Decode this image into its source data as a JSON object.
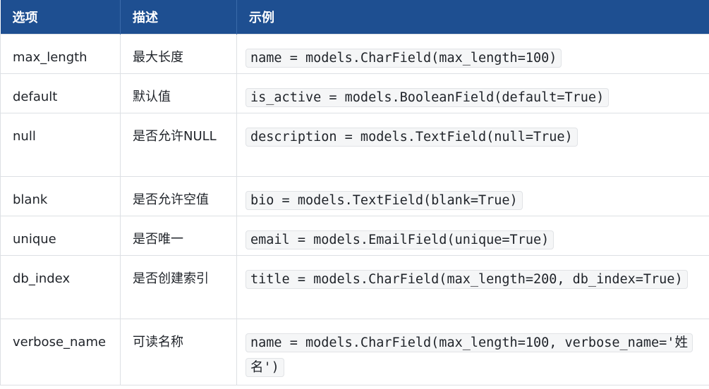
{
  "table": {
    "headers": [
      "选项",
      "描述",
      "示例"
    ],
    "rows": [
      {
        "option": "max_length",
        "desc": "最大长度",
        "code": "name = models.CharField(max_length=100)"
      },
      {
        "option": "default",
        "desc": "默认值",
        "code": "is_active = models.BooleanField(default=True)"
      },
      {
        "option": "null",
        "desc": "是否允许NULL",
        "code": "description = models.TextField(null=True)"
      },
      {
        "option": "blank",
        "desc": "是否允许空值",
        "code": "bio = models.TextField(blank=True)"
      },
      {
        "option": "unique",
        "desc": "是否唯一",
        "code": "email = models.EmailField(unique=True)"
      },
      {
        "option": "db_index",
        "desc": "是否创建索引",
        "code": "title = models.CharField(max_length=200, db_index=True)"
      },
      {
        "option": "verbose_name",
        "desc": "可读名称",
        "code": "name = models.CharField(max_length=100, verbose_name='姓名')"
      }
    ]
  },
  "colors": {
    "header_bg": "#1e4f91",
    "header_text": "#ffffff",
    "border": "#dde0e4",
    "code_bg": "#f5f6f7"
  }
}
